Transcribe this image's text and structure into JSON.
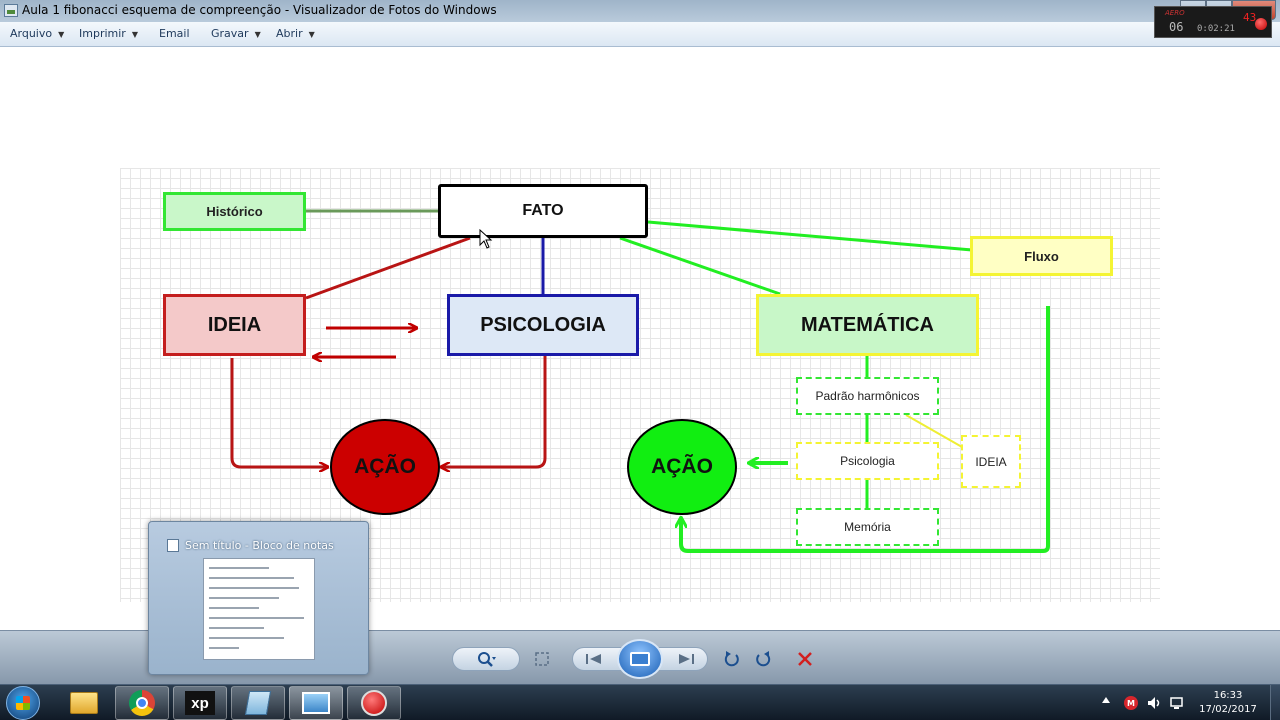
{
  "window": {
    "title": "Aula 1 fibonacci esquema de compreenção - Visualizador de Fotos do Windows"
  },
  "menu": [
    "Arquivo",
    "Imprimir",
    "Email",
    "Gravar",
    "Abrir"
  ],
  "recorder": {
    "brand": "AERO",
    "count": "06",
    "frames": "43",
    "elapsed": "0:02:21"
  },
  "diagram": {
    "nodes": {
      "historico": "Histórico",
      "fato": "FATO",
      "fluxo": "Fluxo",
      "ideia": "IDEIA",
      "psicologia": "PSICOLOGIA",
      "matematica": "MATEMÁTICA",
      "acao_red": "AÇÃO",
      "acao_green": "AÇÃO",
      "padrao": "Padrão harmônicos",
      "psicologia_small": "Psicologia",
      "ideia_small": "IDEIA",
      "memoria": "Memória"
    },
    "colors": {
      "red": "#c00000",
      "green": "#22ee22",
      "blue": "#1a1aa8",
      "yellow": "#ffff44",
      "dark_red": "#b81414"
    }
  },
  "thumbnail": {
    "title": "Sem título - Bloco de notas"
  },
  "controls": {
    "icons": [
      "zoom-icon",
      "fit-icon",
      "previous-icon",
      "slideshow-icon",
      "next-icon",
      "rotate-left-icon",
      "rotate-right-icon",
      "delete-icon"
    ]
  },
  "taskbar": {
    "apps": [
      "explorer-icon",
      "chrome-icon",
      "xp-icon",
      "notepad-icon",
      "photo-viewer-icon",
      "recorder-icon"
    ],
    "clock_time": "16:33",
    "clock_date": "17/02/2017"
  }
}
